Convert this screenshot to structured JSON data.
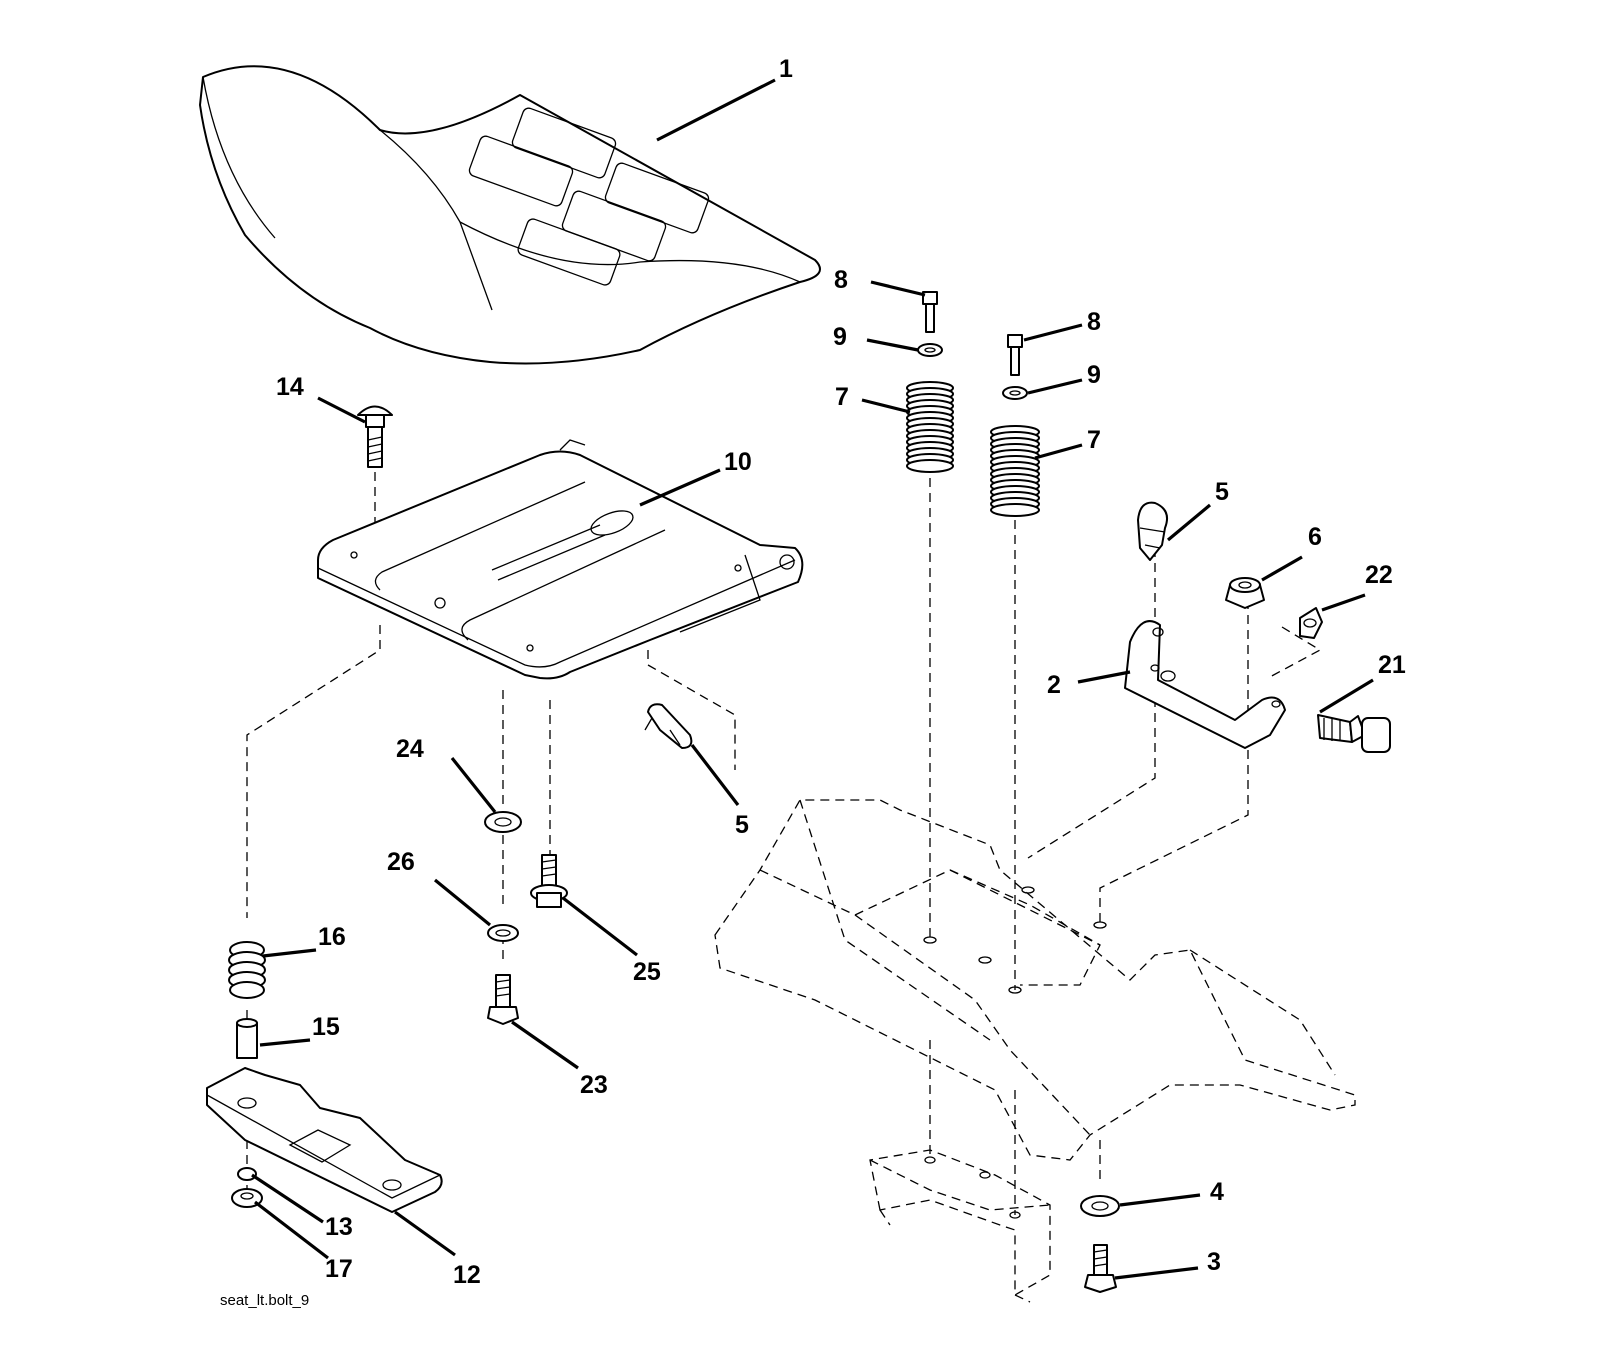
{
  "file_id": "seat_lt.bolt_9",
  "colors": {
    "line": "#000000",
    "background": "#ffffff"
  },
  "callouts": {
    "c1": "1",
    "c2": "2",
    "c3": "3",
    "c4": "4",
    "c5a": "5",
    "c5b": "5",
    "c6": "6",
    "c7a": "7",
    "c7b": "7",
    "c8a": "8",
    "c8b": "8",
    "c9a": "9",
    "c9b": "9",
    "c10": "10",
    "c12": "12",
    "c13": "13",
    "c14": "14",
    "c15": "15",
    "c16": "16",
    "c17": "17",
    "c21": "21",
    "c22": "22",
    "c23": "23",
    "c24": "24",
    "c25": "25",
    "c26": "26"
  }
}
